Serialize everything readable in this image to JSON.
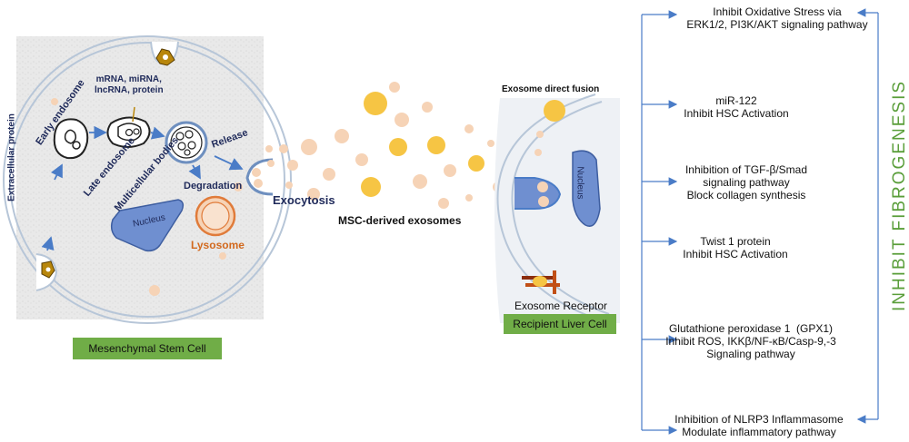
{
  "msc": {
    "extracellular_protein": "Extracellular protein",
    "early_endosome": "Early endosome",
    "cargo": "mRNA, miRNA,\nlncRNA, protein",
    "late_endosome": "Late endosome",
    "multicellular_bodies": "Multicellular bodies",
    "release": "Release",
    "degradation": "Degradation",
    "nucleus": "Nucleus",
    "lysosome": "Lysosome",
    "exocytosis": "Exocytosis",
    "cell_label": "Mesenchymal Stem Cell"
  },
  "exosomes_label": "MSC-derived exosomes",
  "recipient": {
    "direct_fusion": "Exosome direct fusion",
    "nucleus": "Nucleus",
    "receptor": "Exosome Receptor",
    "cell_label": "Recipient Liver Cell"
  },
  "mechanisms": [
    "Inhibit Oxidative Stress via\nERK1/2, PI3K/AKT signaling pathway",
    "miR-122\nInhibit HSC Activation",
    "Inhibition of TGF-β/Smad\nsignaling pathway\nBlock collagen synthesis",
    "Twist 1 protein\nInhibit HSC Activation",
    "Glutathione peroxidase 1  (GPX1)\nInhibit ROS, IKKβ/NF-κB/Casp-9,-3\nSignaling pathway",
    "Inhibition of NLRP3 Inflammasome\nModulate inflammatory pathway"
  ],
  "inhibit_label": "INHIBIT FIBROGENESIS",
  "colors": {
    "navy": "#1f2a5a",
    "arrow_blue": "#4a7cc7",
    "label_green": "#70ad47",
    "exosome_yellow": "#f6c544",
    "exosome_peach": "#f6d3b6",
    "nucleus_blue": "#6f8fd0"
  }
}
